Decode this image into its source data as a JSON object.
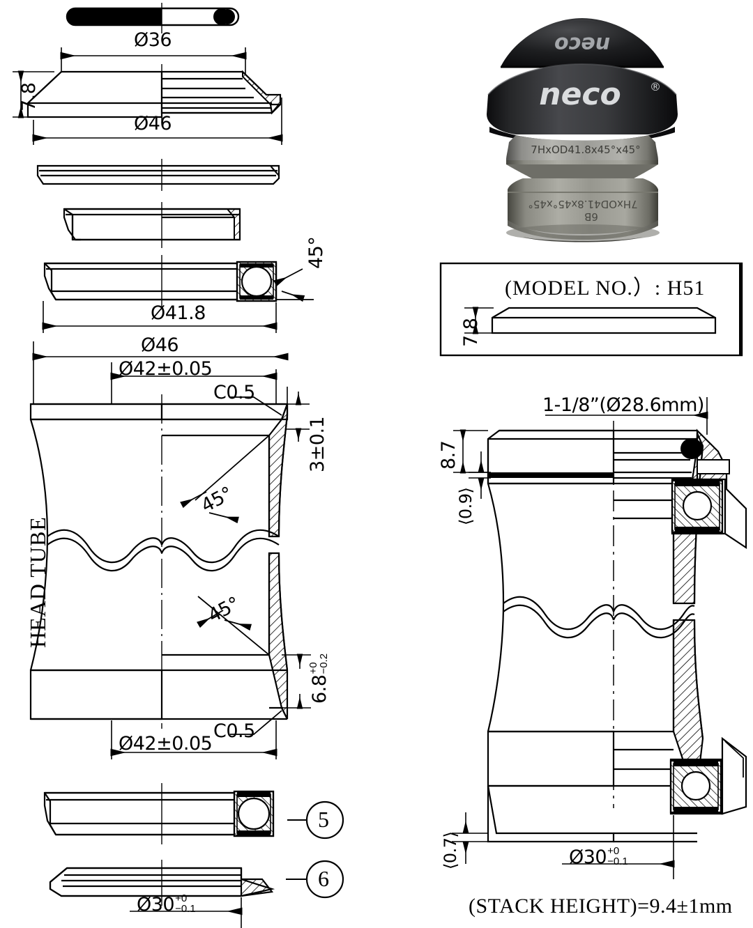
{
  "drawing": {
    "title_block": {
      "model_label": "(MODEL NO.）:  H51",
      "model_no": "H51",
      "cap_height": "7.8"
    },
    "head_tube_label": "HEAD TUBE",
    "stack_height_note": "(STACK HEIGHT)=9.4±1mm"
  },
  "left_column": {
    "o_ring": {
      "name": "o-ring"
    },
    "top_cover": {
      "dim_outer": "Ø36",
      "dim_flange": "Ø46",
      "dim_height": "7.8"
    },
    "dust_seal": {
      "name": "dust-seal-washer"
    },
    "compression_ring": {
      "name": "compression-ring"
    },
    "bearing_upper": {
      "dim_od": "Ø41.8",
      "angle": "45°"
    },
    "head_tube_section": {
      "dim_od_top": "Ø46",
      "dim_bore_top": "Ø42±0.05",
      "chamfer_top": "C0.5",
      "depth_top": "3±0.1",
      "angle_top": "45°",
      "angle_bottom": "45°",
      "depth_bottom_value": "6.8",
      "depth_bottom_tol_upper": "+0",
      "depth_bottom_tol_lower": "−0.2",
      "chamfer_bottom": "C0.5",
      "dim_bore_bottom": "Ø42±0.05"
    },
    "item_5": {
      "number": "5",
      "name": "lower-bearing"
    },
    "item_6": {
      "number": "6",
      "name": "crown-race",
      "dim_id": "Ø30",
      "dim_id_tol_upper": "+0",
      "dim_id_tol_lower": "−0.1"
    }
  },
  "right_column": {
    "photo": {
      "brand": "neco",
      "registered": "®",
      "bearing_mark_upper": "7HxOD41.8x45°x45°",
      "bearing_mark_lower": "7HxOD41.8x45°x45°",
      "bearing_code": "6B",
      "body_color": "#141414",
      "race_color": "#8d8d8b"
    },
    "assembly": {
      "steerer_dim": "1-1/8”(Ø28.6mm)",
      "top_gap": "8.7",
      "top_clearance": "⟨0.9⟩",
      "bottom_clearance": "⟨0.7⟩",
      "crown_race_dim": "Ø30",
      "crown_race_tol_upper": "+0",
      "crown_race_tol_lower": "−0.1"
    }
  },
  "colors": {
    "line": "#000000",
    "paper": "#ffffff"
  }
}
